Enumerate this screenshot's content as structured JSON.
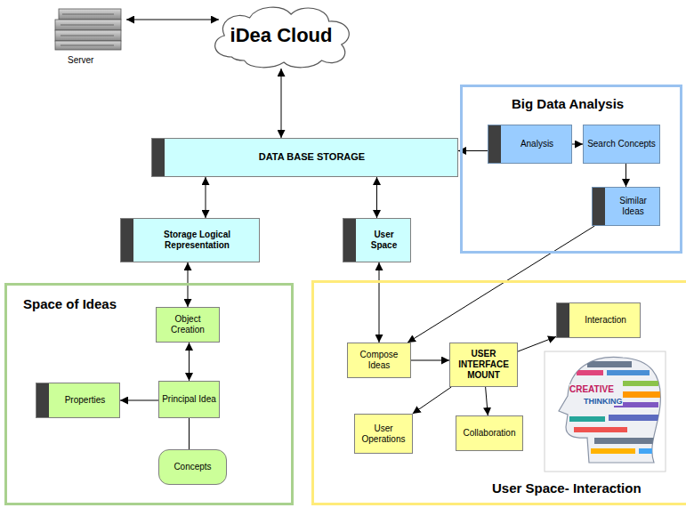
{
  "diagram": {
    "nodes": [
      {
        "text": [
          "iDea Cloud"
        ]
      },
      {
        "text": [
          "DATA BASE STORAGE"
        ]
      },
      {
        "text": [
          "Big Data Analysis"
        ]
      },
      {
        "text": [
          "Analysis"
        ],
        "in": 2
      },
      {
        "text": [
          "Search Concepts"
        ],
        "in": 2
      },
      {
        "text": [
          "Similar Ideas"
        ],
        "in": 2
      },
      {
        "text": [
          "Storage Logical Representation"
        ]
      },
      {
        "text": [
          "User Space"
        ]
      },
      {
        "text": [
          "Space of Ideas"
        ]
      },
      {
        "text": [
          "Object Creation"
        ],
        "in": 8
      },
      {
        "text": [
          "Principal Idea"
        ],
        "in": 8
      },
      {
        "text": [
          "Properties"
        ],
        "in": 8
      },
      {
        "text": [
          "Concepts"
        ],
        "in": 8
      },
      {
        "text": [
          "User Space- Interaction"
        ]
      },
      {
        "text": [
          "Compose Ideas"
        ],
        "in": 13
      },
      {
        "text": [
          "USER INTERFACE MOUNT"
        ],
        "in": 13
      },
      {
        "text": [
          "Interaction"
        ],
        "in": 13
      },
      {
        "text": [
          "User Operations"
        ],
        "in": 13
      },
      {
        "text": [
          "Collaboration"
        ],
        "in": 13
      }
    ],
    "edges": [
      {
        "from": 0,
        "to": 1,
        "arrow": "both"
      },
      {
        "from": 3,
        "to": 1,
        "arrow": "to"
      },
      {
        "from": 3,
        "to": 4,
        "arrow": "to"
      },
      {
        "from": 4,
        "to": 5,
        "arrow": "to"
      },
      {
        "from": 5,
        "to": 14,
        "arrow": "to"
      },
      {
        "from": 1,
        "to": 6,
        "arrow": "both"
      },
      {
        "from": 1,
        "to": 7,
        "arrow": "both"
      },
      {
        "from": 6,
        "to": 9,
        "arrow": "both"
      },
      {
        "from": 7,
        "to": 14,
        "arrow": "both"
      },
      {
        "from": 9,
        "to": 10,
        "arrow": "both"
      },
      {
        "from": 10,
        "to": 11,
        "arrow": "to"
      },
      {
        "from": 10,
        "to": 12,
        "arrow": "none"
      },
      {
        "from": 14,
        "to": 15,
        "arrow": "to"
      },
      {
        "from": 15,
        "to": 16,
        "arrow": "to"
      },
      {
        "from": 15,
        "to": 17,
        "arrow": "to"
      },
      {
        "from": 15,
        "to": 18,
        "arrow": "to"
      }
    ],
    "labels": [
      "Server",
      "CREATIVE",
      "THINKING"
    ]
  }
}
